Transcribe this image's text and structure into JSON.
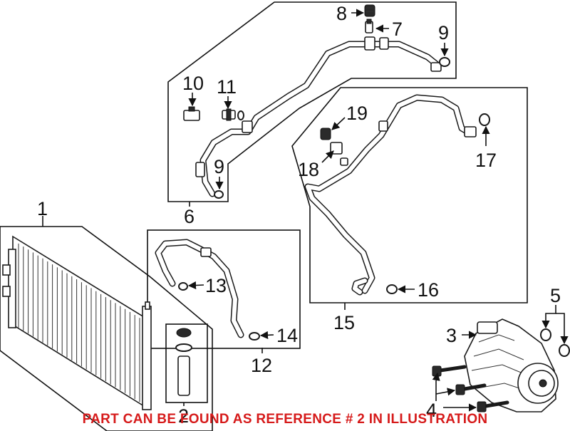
{
  "callouts": {
    "c1": "1",
    "c2": "2",
    "c3": "3",
    "c4": "4",
    "c5": "5",
    "c6": "6",
    "c7": "7",
    "c8": "8",
    "c9a": "9",
    "c9b": "9",
    "c10": "10",
    "c11": "11",
    "c12": "12",
    "c13": "13",
    "c14": "14",
    "c15": "15",
    "c16": "16",
    "c17": "17",
    "c18": "18",
    "c19": "19"
  },
  "footer_note": "PART CAN BE FOUND AS REFERENCE # 2 IN ILLUSTRATION",
  "colors": {
    "line": "#111111",
    "note": "#d61a1a",
    "background": "#ffffff"
  }
}
